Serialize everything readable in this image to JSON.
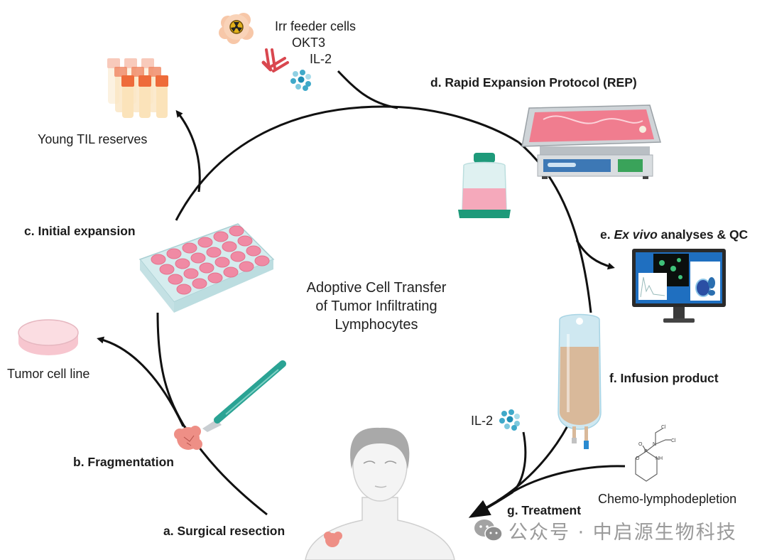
{
  "diagram": {
    "title_lines": [
      "Adoptive Cell Transfer",
      "of Tumor Infiltrating",
      "Lymphocytes"
    ],
    "steps": {
      "a": "a. Surgical resection",
      "b": "b. Fragmentation",
      "c": "c. Initial expansion",
      "d": "d. Rapid Expansion Protocol (REP)",
      "e_prefix": "e. ",
      "e_italic": "Ex vivo",
      "e_suffix": " analyses & QC",
      "f": "f. Infusion product",
      "g": "g. Treatment"
    },
    "side_labels": {
      "young_til": "Young TIL reserves",
      "tumor_cell_line": "Tumor cell line",
      "irr_feeder": "Irr feeder cells",
      "okt3": "OKT3",
      "il2_top": "IL-2",
      "il2_bottom": "IL-2",
      "chemo": "Chemo-lymphodepletion"
    },
    "molecule_atoms": [
      "O",
      "P",
      "N",
      "NH",
      "O",
      "Cl",
      "Cl"
    ],
    "icons": [
      "irradiated-feeder-cell-icon",
      "antibody-icon",
      "cytokine-dots-icon",
      "cryovials-icon",
      "rocker-bioreactor-icon",
      "g-rex-flask-icon",
      "well-plate-icon",
      "petri-dish-icon",
      "scalpel-icon",
      "tumor-fragment-icon",
      "patient-icon",
      "monitor-icon",
      "iv-bag-icon",
      "cyclophosphamide-structure-icon",
      "wechat-icon"
    ],
    "colors": {
      "arrow": "#111111",
      "media_pink": "#ef7f95",
      "tumor_pink": "#ee8f86",
      "teal": "#1e9a7a",
      "cytokine_blue": "#3fa9c9",
      "vial_orange": "#ee6b3a",
      "monitor_blue": "#1f6fc0",
      "bag_tan": "#d9b99a",
      "watermark_gray": "#9a9a9a"
    }
  },
  "watermark": {
    "text": "公众号 · 中启源生物科技"
  }
}
